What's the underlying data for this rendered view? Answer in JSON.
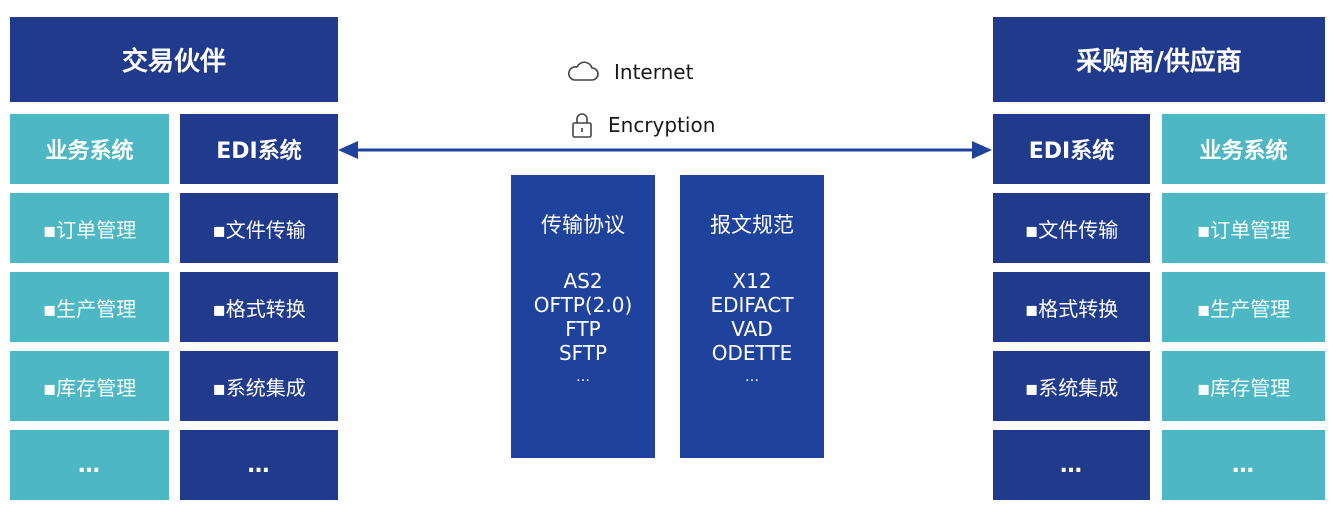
{
  "left": {
    "title": "交易伙伴",
    "business": {
      "header": "业务系统",
      "items": [
        "▪订单管理",
        "▪生产管理",
        "▪库存管理",
        "…"
      ]
    },
    "edi": {
      "header": "EDI系统",
      "items": [
        "▪文件传输",
        "▪格式转换",
        "▪系统集成",
        "…"
      ]
    }
  },
  "right": {
    "title": "采购商/供应商",
    "edi": {
      "header": "EDI系统",
      "items": [
        "▪文件传输",
        "▪格式转换",
        "▪系统集成",
        "…"
      ]
    },
    "business": {
      "header": "业务系统",
      "items": [
        "▪订单管理",
        "▪生产管理",
        "▪库存管理",
        "…"
      ]
    }
  },
  "connection": {
    "internet_label": "Internet",
    "encryption_label": "Encryption",
    "icons": [
      "cloud-icon",
      "lock-icon"
    ]
  },
  "protocols": {
    "title": "传输协议",
    "items": [
      "AS2",
      "OFTP(2.0)",
      "FTP",
      "SFTP"
    ],
    "more": "…"
  },
  "standards": {
    "title": "报文规范",
    "items": [
      "X12",
      "EDIFACT",
      "VAD",
      "ODETTE"
    ],
    "more": "…"
  },
  "colors": {
    "navy": "#203a8c",
    "teal": "#4db7c3",
    "arrow": "#1f439c"
  }
}
